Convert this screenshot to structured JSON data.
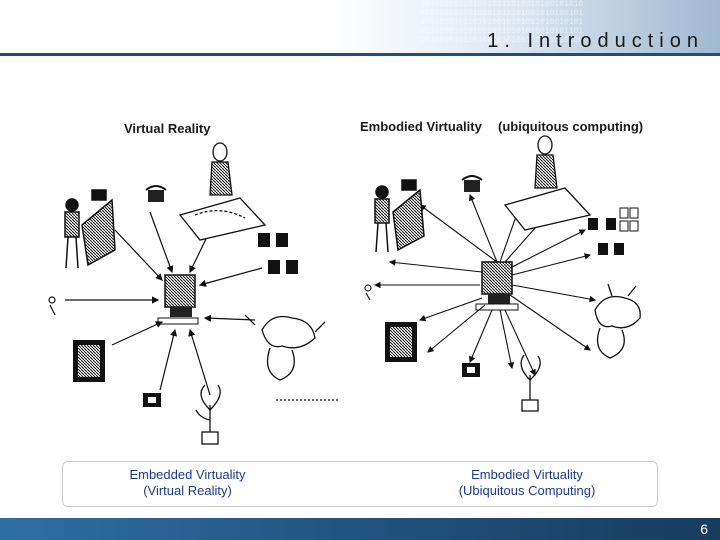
{
  "slide": {
    "title": "1. Introduction",
    "page_number": "6"
  },
  "panels": {
    "left_label": "Virtual Reality",
    "right_label_1": "Embodied Virtuality",
    "right_label_2": "(ubiquitous computing)"
  },
  "captions": {
    "left_line1": "Embedded Virtuality",
    "left_line2": "(Virtual Reality)",
    "right_line1": "Embodied Virtuality",
    "right_line2": "(Ubiquitous Computing)"
  },
  "colors": {
    "header_rule": "#1f4e79",
    "footer": "#1f4e79",
    "caption_text": "#1f3a93"
  }
}
